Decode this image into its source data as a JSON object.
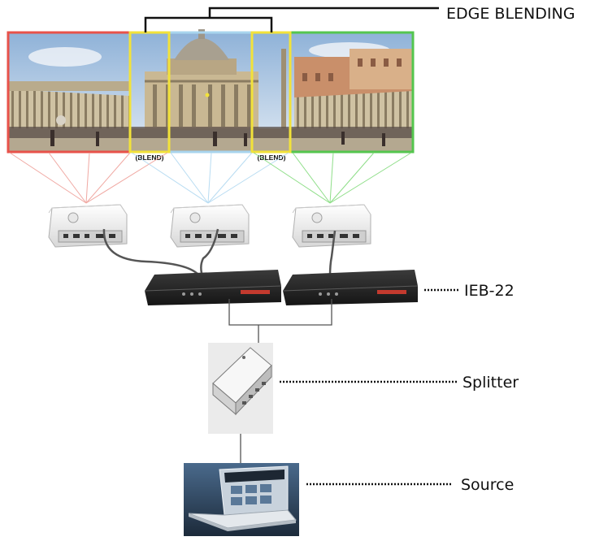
{
  "labels": {
    "edge_blending": "EDGE BLENDING",
    "blend_left": "(BLEND)",
    "blend_right": "(BLEND)",
    "ieb": "IEB-22",
    "splitter": "Splitter",
    "source": "Source"
  },
  "colors": {
    "left_frame": "#e8524a",
    "center_frame": "#a8d4ee",
    "right_frame": "#54c64e",
    "blend_frame": "#f2e23a",
    "bracket": "#111111",
    "cable": "#555555"
  },
  "icons": {
    "projector": "projector-icon",
    "scaler": "edge-blending-box-icon",
    "splitter": "splitter-icon",
    "laptop": "laptop-icon"
  }
}
